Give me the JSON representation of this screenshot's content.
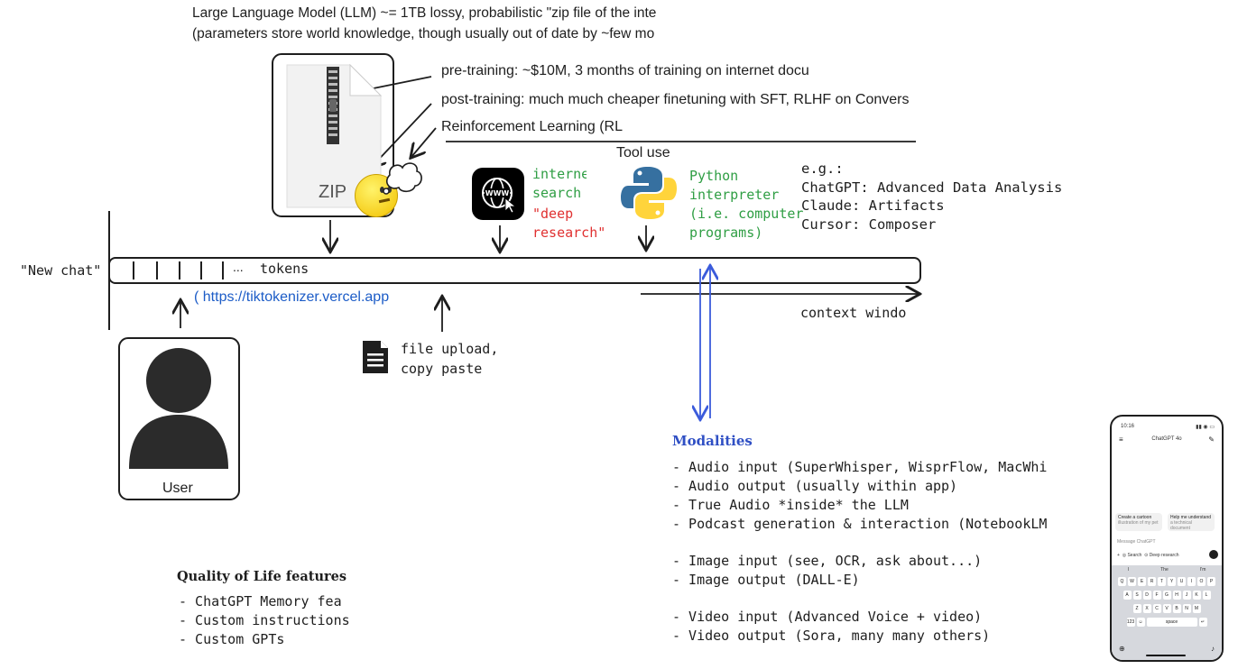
{
  "header": {
    "line1": "Large Language Model (LLM) ~= 1TB lossy, probabilistic \"zip file of the inte",
    "line2": "(parameters store world knowledge, though usually out of date by ~few mo"
  },
  "zip_icon": {
    "label": "ZIP"
  },
  "training": {
    "pre": "pre-training: ~$10M, 3 months of training on internet docu",
    "post": "post-training: much much cheaper finetuning with SFT, RLHF on Convers",
    "rl": "Reinforcement Learning (RL"
  },
  "tool_use": {
    "title": "Tool use",
    "internet_search": "internet search",
    "internet_line1": "internet",
    "internet_line2": "search",
    "deep_research_line1": "\"deep",
    "deep_research_line2": "research\"",
    "python_line1": "Python",
    "python_line2": "interpreter",
    "python_line3": "(i.e. computer",
    "python_line4": "programs)",
    "examples_title": "e.g.:",
    "examples": [
      "ChatGPT: Advanced Data Analysis",
      "Claude: Artifacts",
      "Cursor: Composer"
    ]
  },
  "context": {
    "new_chat": "\"New chat\"",
    "ellipsis": "...",
    "tokens": "tokens",
    "tokenizer_link": "( https://tiktokenizer.vercel.app",
    "window_label": "context windo"
  },
  "file_upload": {
    "line1": "file upload,",
    "line2": "copy paste"
  },
  "user": {
    "label": "User"
  },
  "modalities": {
    "title": "Modalities",
    "group1": [
      "- Audio input (SuperWhisper, WisprFlow, MacWhisper,",
      "- Audio output (usually within app)",
      "- True Audio *inside* the LLM",
      "- Podcast generation & interaction (NotebookLM)"
    ],
    "group2": [
      "- Image input (see, OCR, ask about...)",
      "- Image output (DALL-E)"
    ],
    "group3": [
      "- Video input (Advanced Voice + video)",
      "- Video output (Sora, many many others)"
    ]
  },
  "qol": {
    "title": "Quality of Life features",
    "items": [
      "- ChatGPT Memory fea",
      "- Custom instructions",
      "- Custom GPTs"
    ]
  },
  "phone": {
    "time": "10:16",
    "app_title": "ChatGPT 4o",
    "card1_line1": "Create a cartoon",
    "card1_line2": "illustration of my pet",
    "card2_line1": "Help me understand",
    "card2_line2": "a technical document",
    "placeholder": "Message ChatGPT",
    "search": "Search",
    "deep_research": "Deep research",
    "suggestions": [
      "I",
      "The",
      "I'm"
    ],
    "row1": [
      "Q",
      "W",
      "E",
      "R",
      "T",
      "Y",
      "U",
      "I",
      "O",
      "P"
    ],
    "row2": [
      "A",
      "S",
      "D",
      "F",
      "G",
      "H",
      "J",
      "K",
      "L"
    ],
    "row3": [
      "Z",
      "X",
      "C",
      "V",
      "B",
      "N",
      "M"
    ],
    "space": "space",
    "num_key": "123"
  },
  "colors": {
    "green": "#2f9e44",
    "red": "#e03131",
    "blue_link": "#1c5cc7",
    "arrow_blue": "#3b5bdb",
    "ink": "#1e1e1e"
  }
}
